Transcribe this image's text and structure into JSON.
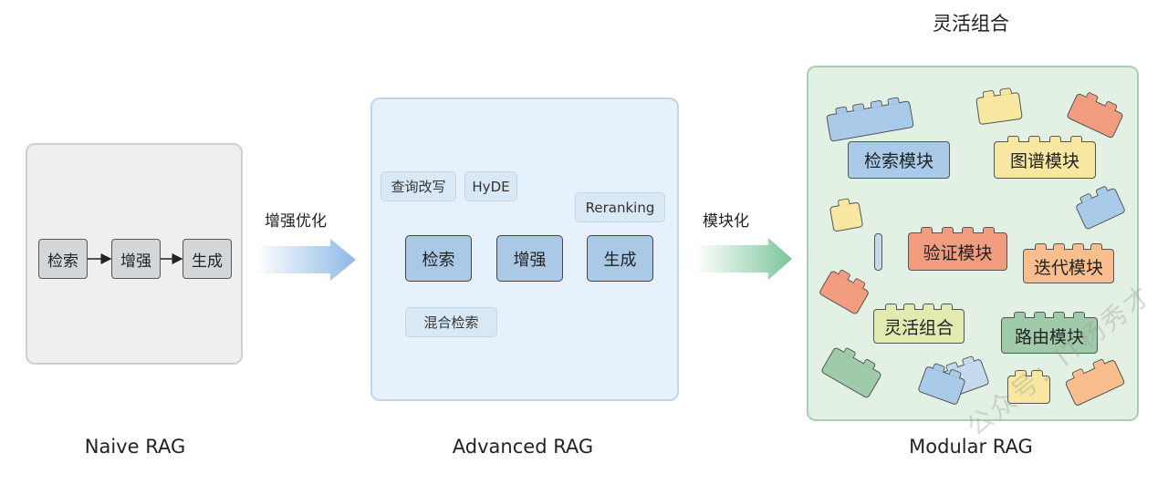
{
  "top_title": "灵活组合",
  "naive": {
    "caption": "Naive RAG",
    "steps": [
      "检索",
      "增强",
      "生成"
    ]
  },
  "arrow1": {
    "label": "增强优化",
    "color": "#8fb9e6"
  },
  "advanced": {
    "caption": "Advanced RAG",
    "steps": [
      "检索",
      "增强",
      "生成"
    ],
    "tags": {
      "query_rewrite": "查询改写",
      "hyde": "HyDE",
      "reranking": "Reranking",
      "hybrid": "混合检索"
    }
  },
  "arrow2": {
    "label": "模块化",
    "color": "#7cc59a"
  },
  "modular": {
    "caption": "Modular RAG",
    "modules": [
      "检索模块",
      "图谱模块",
      "验证模块",
      "迭代模块",
      "灵活组合",
      "路由模块"
    ]
  },
  "colors": {
    "blue": "#a9cbe9",
    "yellow": "#f7e7a1",
    "orange": "#f29d7f",
    "light_orange": "#f8be8e",
    "yellow_green": "#e1ebb0",
    "green": "#9fcbaa"
  },
  "watermark": "公众号：IT杨秀才"
}
